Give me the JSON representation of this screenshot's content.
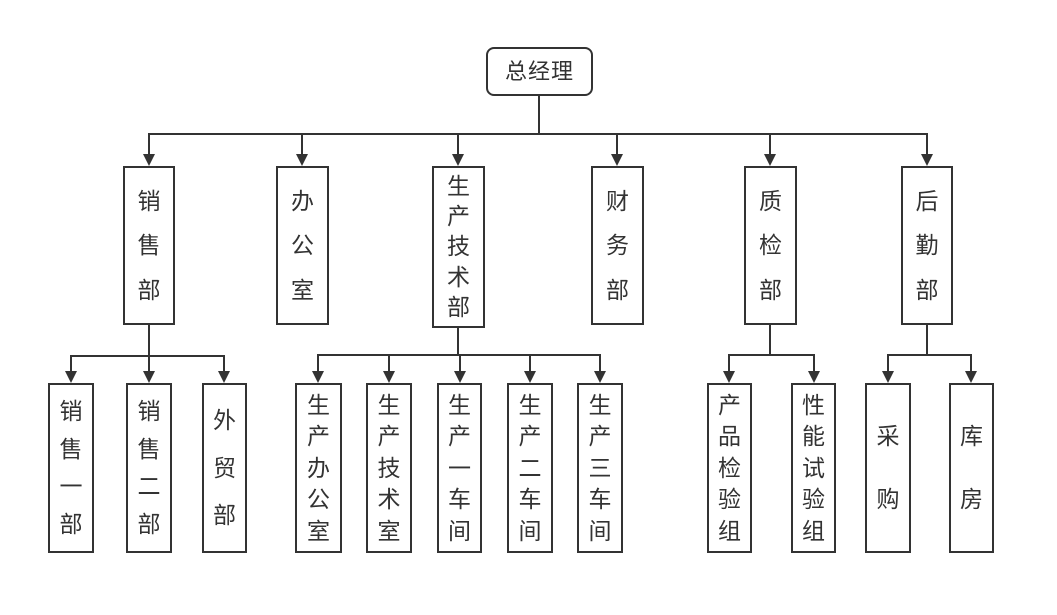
{
  "org_chart": {
    "root": {
      "label": "总经理"
    },
    "level2": [
      {
        "label": "销售部"
      },
      {
        "label": "办公室"
      },
      {
        "label": "生产技术部"
      },
      {
        "label": "财务部"
      },
      {
        "label": "质检部"
      },
      {
        "label": "后勤部"
      }
    ],
    "level3": {
      "sales": [
        {
          "label": "销售一部"
        },
        {
          "label": "销售二部"
        },
        {
          "label": "外贸部"
        }
      ],
      "production": [
        {
          "label": "生产办公室"
        },
        {
          "label": "生产技术室"
        },
        {
          "label": "生产一车间"
        },
        {
          "label": "生产二车间"
        },
        {
          "label": "生产三车间"
        }
      ],
      "quality": [
        {
          "label": "产品检验组"
        },
        {
          "label": "性能试验组"
        }
      ],
      "logistics": [
        {
          "label": "采购"
        },
        {
          "label": "库房"
        }
      ]
    },
    "colors": {
      "line": "#333333",
      "box_border": "#333333",
      "text": "#333333",
      "background": "#ffffff"
    }
  }
}
